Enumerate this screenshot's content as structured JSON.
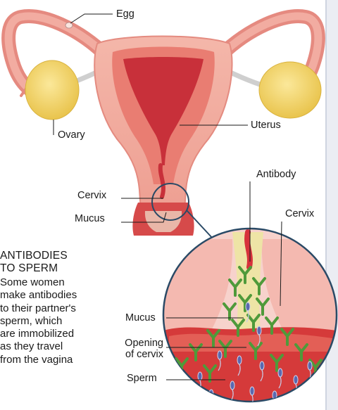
{
  "labels": {
    "egg": "Egg",
    "ovary": "Ovary",
    "uterus": "Uterus",
    "cervix_main": "Cervix",
    "mucus_main": "Mucus",
    "antibody": "Antibody",
    "cervix_inset": "Cervix",
    "mucus_inset": "Mucus",
    "opening_line1": "Opening",
    "opening_line2": "of cervix",
    "sperm": "Sperm"
  },
  "sidebar": {
    "heading_line1": "ANTIBODIES",
    "heading_line2": "TO SPERM",
    "body_lines": [
      "Some women",
      "make antibodies",
      "to their partner's",
      "sperm, which",
      "are immobilized",
      "as they travel",
      "from the vagina"
    ]
  },
  "colors": {
    "uterus_outer": "#f0a79a",
    "uterus_mid": "#e06a62",
    "cavity": "#c9303a",
    "ovary": "#f2d66a",
    "inset_bg": "#f7d2cc",
    "antibody": "#4f9a3a",
    "mucus": "#eee4a6",
    "sperm": "#5a68b0",
    "leader": "#1a3c57",
    "page_edge": "#d3d7e2"
  }
}
